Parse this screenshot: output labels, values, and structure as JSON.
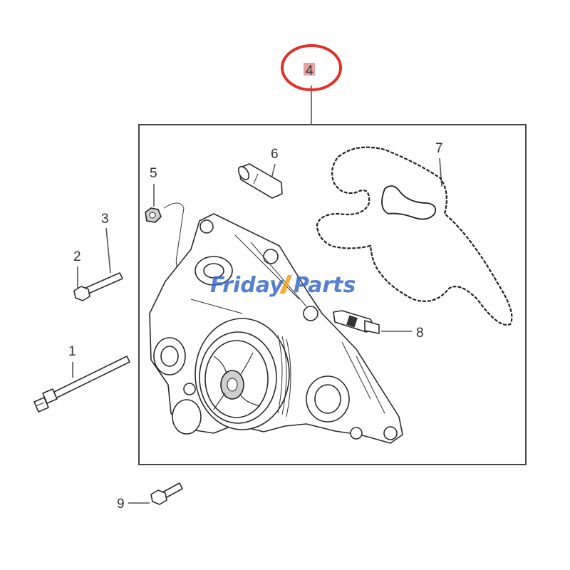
{
  "callouts": {
    "c1": "1",
    "c2": "2",
    "c3": "3",
    "c4": "4",
    "c5": "5",
    "c6": "6",
    "c7": "7",
    "c8": "8",
    "c9": "9"
  },
  "watermark": {
    "part_a": "Friday",
    "part_b": "Parts"
  },
  "colors": {
    "highlight_circle": "#e0302a",
    "highlight_fill": "#e8a0a0",
    "watermark_blue": "#3a6ac8",
    "watermark_orange": "#f2a21b"
  }
}
